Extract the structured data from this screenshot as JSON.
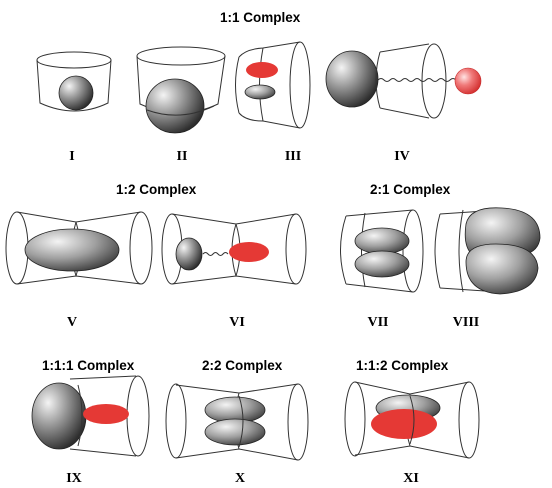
{
  "headings": {
    "h11": "1:1 Complex",
    "h12": "1:2  Complex",
    "h21": "2:1  Complex",
    "h111": "1:1:1 Complex",
    "h22": "2:2 Complex",
    "h112": "1:1:2  Complex"
  },
  "labels": {
    "I": "I",
    "II": "II",
    "III": "III",
    "IV": "IV",
    "V": "V",
    "VI": "VI",
    "VII": "VII",
    "VIII": "VIII",
    "IX": "IX",
    "X": "X",
    "XI": "XI"
  },
  "colors": {
    "red_guest": "#e53935",
    "grey_guest_light": "#f2f2f2",
    "grey_guest_dark": "#3a3a3a"
  }
}
